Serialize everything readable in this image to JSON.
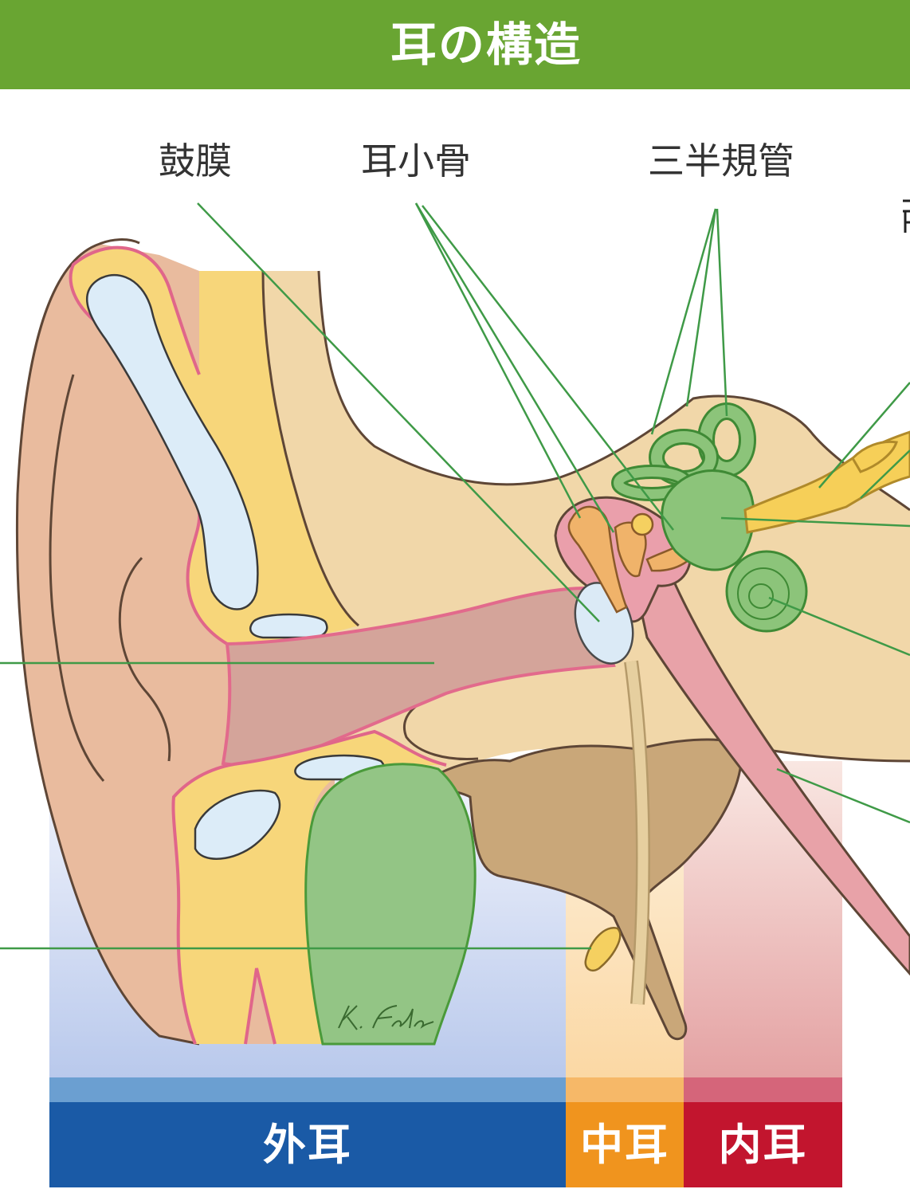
{
  "title": "耳の構造",
  "labels": {
    "eardrum": "鼓膜",
    "ossicles": "耳小骨",
    "semicircular_canals": "三半規管"
  },
  "sections": {
    "outer_ear": "外耳",
    "middle_ear": "中耳",
    "inner_ear": "内耳"
  },
  "colors": {
    "header": "#69a532",
    "outer_ear": "#1a5aa6",
    "middle_ear": "#f0941e",
    "inner_ear": "#c2152e",
    "outer_ear_light": "#6b9fd1",
    "middle_ear_light": "#f6b868",
    "inner_ear_light": "#d5657a",
    "leader_line": "#3f9a47"
  }
}
